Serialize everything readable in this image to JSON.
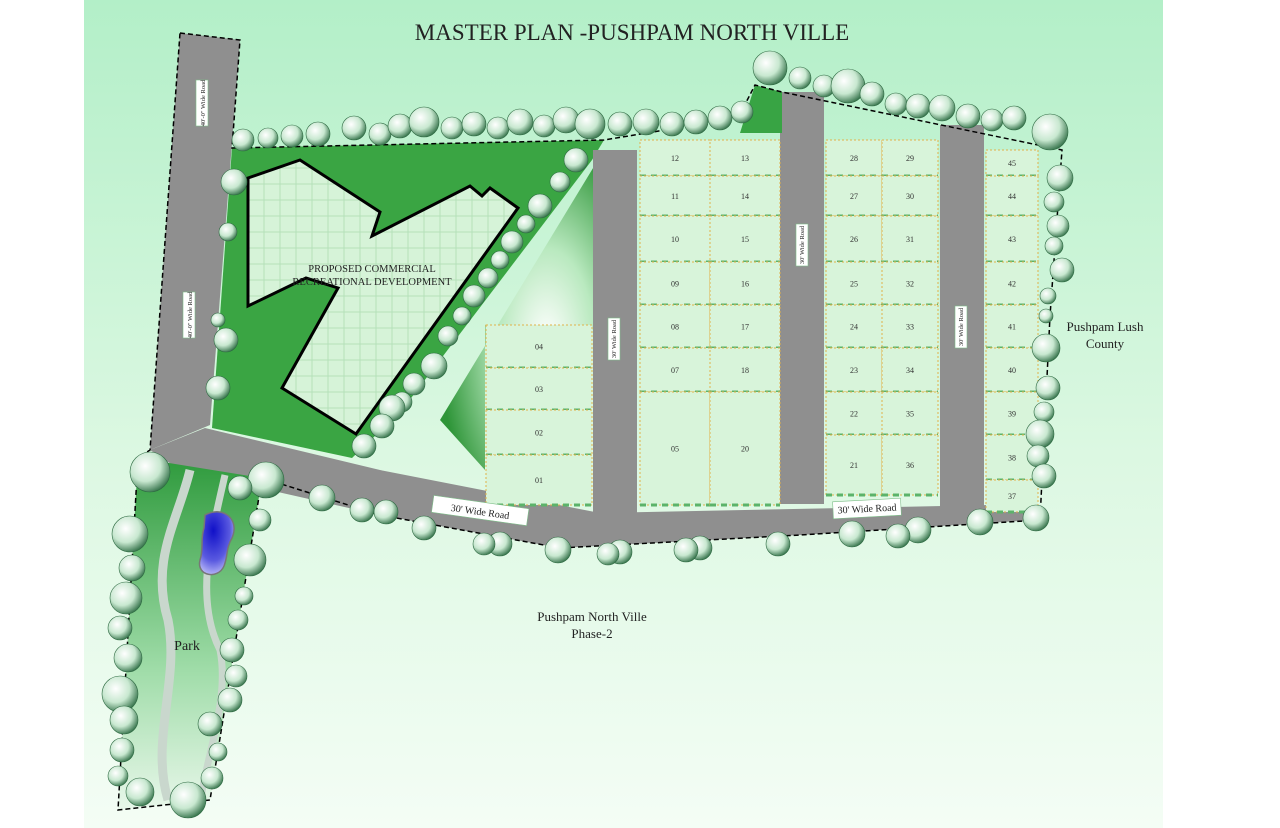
{
  "title": "MASTER PLAN -PUSHPAM NORTH VILLE",
  "commercial": {
    "line1": "PROPOSED COMMERCIAL",
    "line2": "RECREATIONAL DEVELOPMENT"
  },
  "roads": {
    "west_top": "40'-0\" Wide Road",
    "west_mid": "40'-0\" Wide Road",
    "bottom_left": "30' Wide Road",
    "bottom_right": "30' Wide Road",
    "vertical_1": "30' Wide Road",
    "vertical_2": "30' Wide Road",
    "vertical_3": "30' Wide Road"
  },
  "neighbors": {
    "east_line1": "Pushpam Lush",
    "east_line2": "County",
    "south_line1": "Pushpam North Ville",
    "south_line2": "Phase-2"
  },
  "park": "Park",
  "plots": {
    "block_a": [
      "04",
      "03",
      "02",
      "01"
    ],
    "block_b_left": [
      "12",
      "11",
      "10",
      "09",
      "08",
      "07",
      "05"
    ],
    "block_b_right": [
      "13",
      "14",
      "15",
      "16",
      "17",
      "18",
      "20"
    ],
    "block_c_left": [
      "28",
      "27",
      "26",
      "25",
      "24",
      "23",
      "22",
      "21"
    ],
    "block_c_right": [
      "29",
      "30",
      "31",
      "32",
      "33",
      "34",
      "35",
      "36"
    ],
    "block_d": [
      "45",
      "44",
      "43",
      "42",
      "41",
      "40",
      "39",
      "38",
      "37"
    ]
  },
  "colors": {
    "background_top": "#b6f0cd",
    "background_bottom": "#f2fdf4",
    "road": "#8c8c8c",
    "grass_dark": "#2f9a3a",
    "plot_fill": "#d9f5dc",
    "pond": "#2222cc"
  }
}
